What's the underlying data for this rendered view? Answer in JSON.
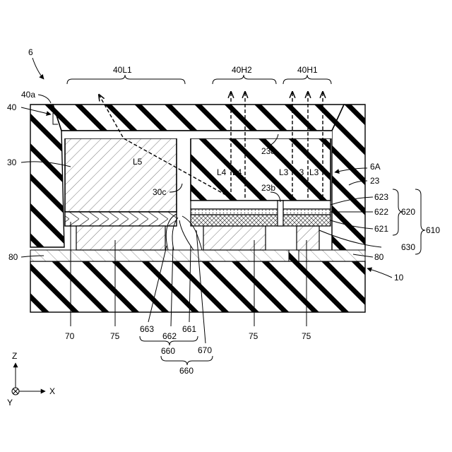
{
  "figure": {
    "labels": {
      "fig_num": "6",
      "lbl_40L1": "40L1",
      "lbl_40H2": "40H2",
      "lbl_40H1": "40H1",
      "lbl_40a": "40a",
      "lbl_40": "40",
      "lbl_30": "30",
      "lbl_L5": "L5",
      "lbl_23a": "23a",
      "lbl_L4a": "L4",
      "lbl_L4b": "L4",
      "lbl_L3a": "L3",
      "lbl_L3b": "L3",
      "lbl_L3c": "L3",
      "lbl_6A": "6A",
      "lbl_23": "23",
      "lbl_30c": "30c",
      "lbl_23b": "23b",
      "lbl_623": "623",
      "lbl_622": "622",
      "lbl_620": "620",
      "lbl_610": "610",
      "lbl_621": "621",
      "lbl_630": "630",
      "lbl_80L": "80",
      "lbl_80R": "80",
      "lbl_10": "10",
      "lbl_70": "70",
      "lbl_75a": "75",
      "lbl_663": "663",
      "lbl_662": "662",
      "lbl_661": "661",
      "lbl_670": "670",
      "lbl_75b": "75",
      "lbl_75c": "75",
      "lbl_660a": "660",
      "lbl_660b": "660",
      "axis_z": "Z",
      "axis_x": "X",
      "axis_y": "Y"
    }
  }
}
